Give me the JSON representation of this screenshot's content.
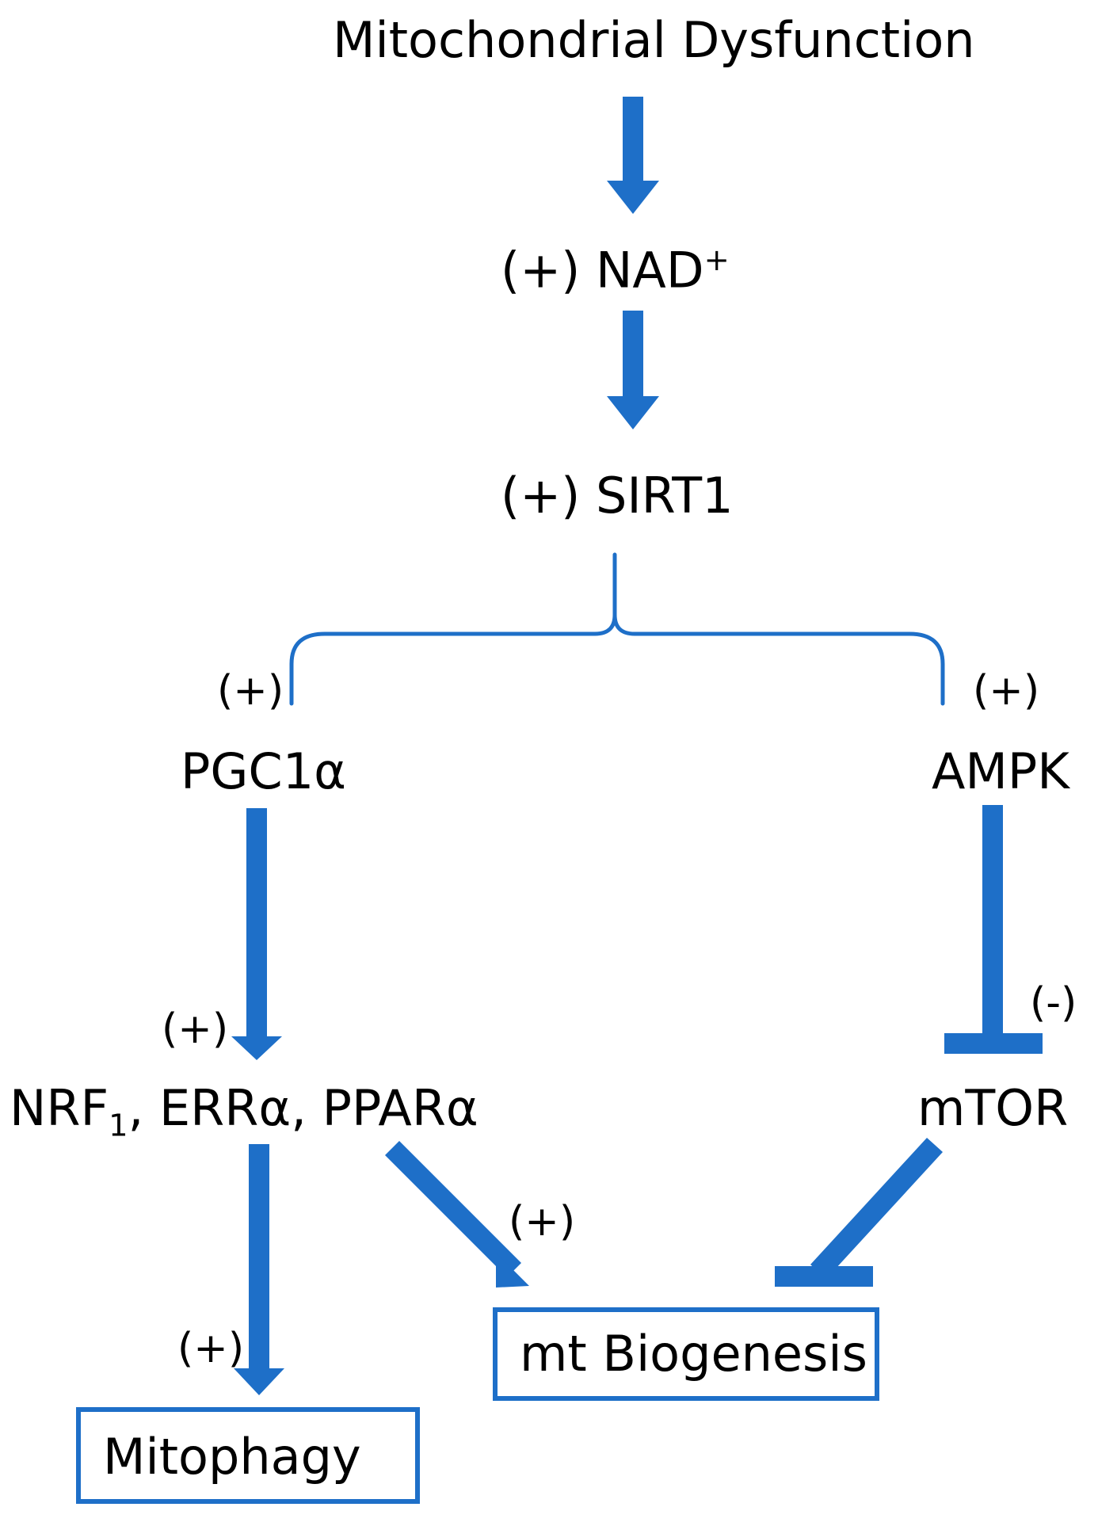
{
  "diagram": {
    "nodes": {
      "mito": "Mitochondrial Dysfunction",
      "nad_prefix": "(+) NAD",
      "nad_sup": "+",
      "sirt1": "(+) SIRT1",
      "pgc": "PGC1α",
      "ampk": "AMPK",
      "nrf_prefix": "NRF",
      "nrf_sub": "1",
      "nrf_rest": ", ERRα, PPARα",
      "mtor": "mTOR",
      "biogenesis": "mt Biogenesis",
      "mitophagy": "Mitophagy"
    },
    "signs": {
      "pgc": "(+)",
      "ampk": "(+)",
      "nrf": "(+)",
      "mtor_inhibit": "(-)",
      "biogenesis": "(+)",
      "mitophagy": "(+)"
    },
    "edges": [
      {
        "from": "Mitochondrial Dysfunction",
        "to": "NAD+",
        "type": "activate"
      },
      {
        "from": "NAD+",
        "to": "SIRT1",
        "type": "activate"
      },
      {
        "from": "SIRT1",
        "to": "PGC1α",
        "type": "activate"
      },
      {
        "from": "SIRT1",
        "to": "AMPK",
        "type": "activate"
      },
      {
        "from": "PGC1α",
        "to": "NRF1, ERRα, PPARα",
        "type": "activate"
      },
      {
        "from": "AMPK",
        "to": "mTOR",
        "type": "inhibit"
      },
      {
        "from": "NRF1, ERRα, PPARα",
        "to": "mt Biogenesis",
        "type": "activate"
      },
      {
        "from": "mTOR",
        "to": "mt Biogenesis",
        "type": "inhibit"
      },
      {
        "from": "NRF1, ERRα, PPARα",
        "to": "Mitophagy",
        "type": "activate"
      }
    ],
    "colors": {
      "arrow": "#1e6fc8",
      "text": "#000000",
      "background": "#ffffff"
    }
  }
}
